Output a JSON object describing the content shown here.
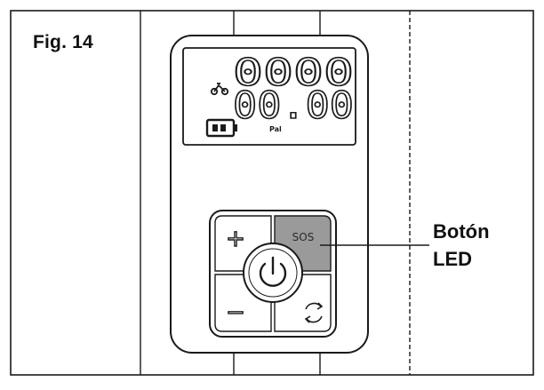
{
  "figure": {
    "label": "Fig. 14"
  },
  "display": {
    "top_readout": "0000",
    "bottom_readout": "00.00",
    "mode_label": "Pal",
    "battery_bars": 2
  },
  "buttons": {
    "plus_symbol": "+",
    "minus_symbol": "−",
    "sos_label": "SOS"
  },
  "callout": {
    "line1": "Botón",
    "line2": "LED"
  },
  "colors": {
    "ink": "#1a1a1a",
    "sos_fill": "#9a9a9a",
    "background": "#ffffff"
  }
}
